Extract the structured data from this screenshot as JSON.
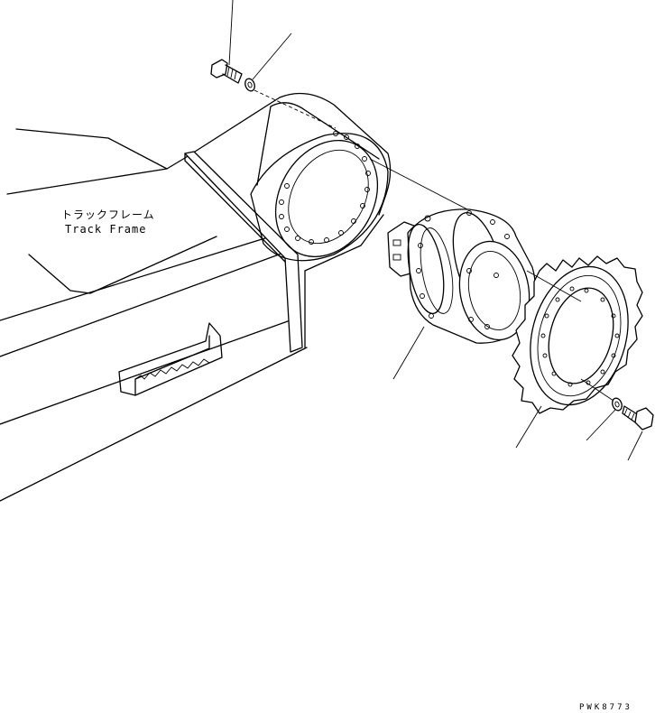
{
  "labels": {
    "track_frame_jp": "トラックフレーム",
    "track_frame_en": "Track Frame"
  },
  "drawing_code": "PWK8773"
}
